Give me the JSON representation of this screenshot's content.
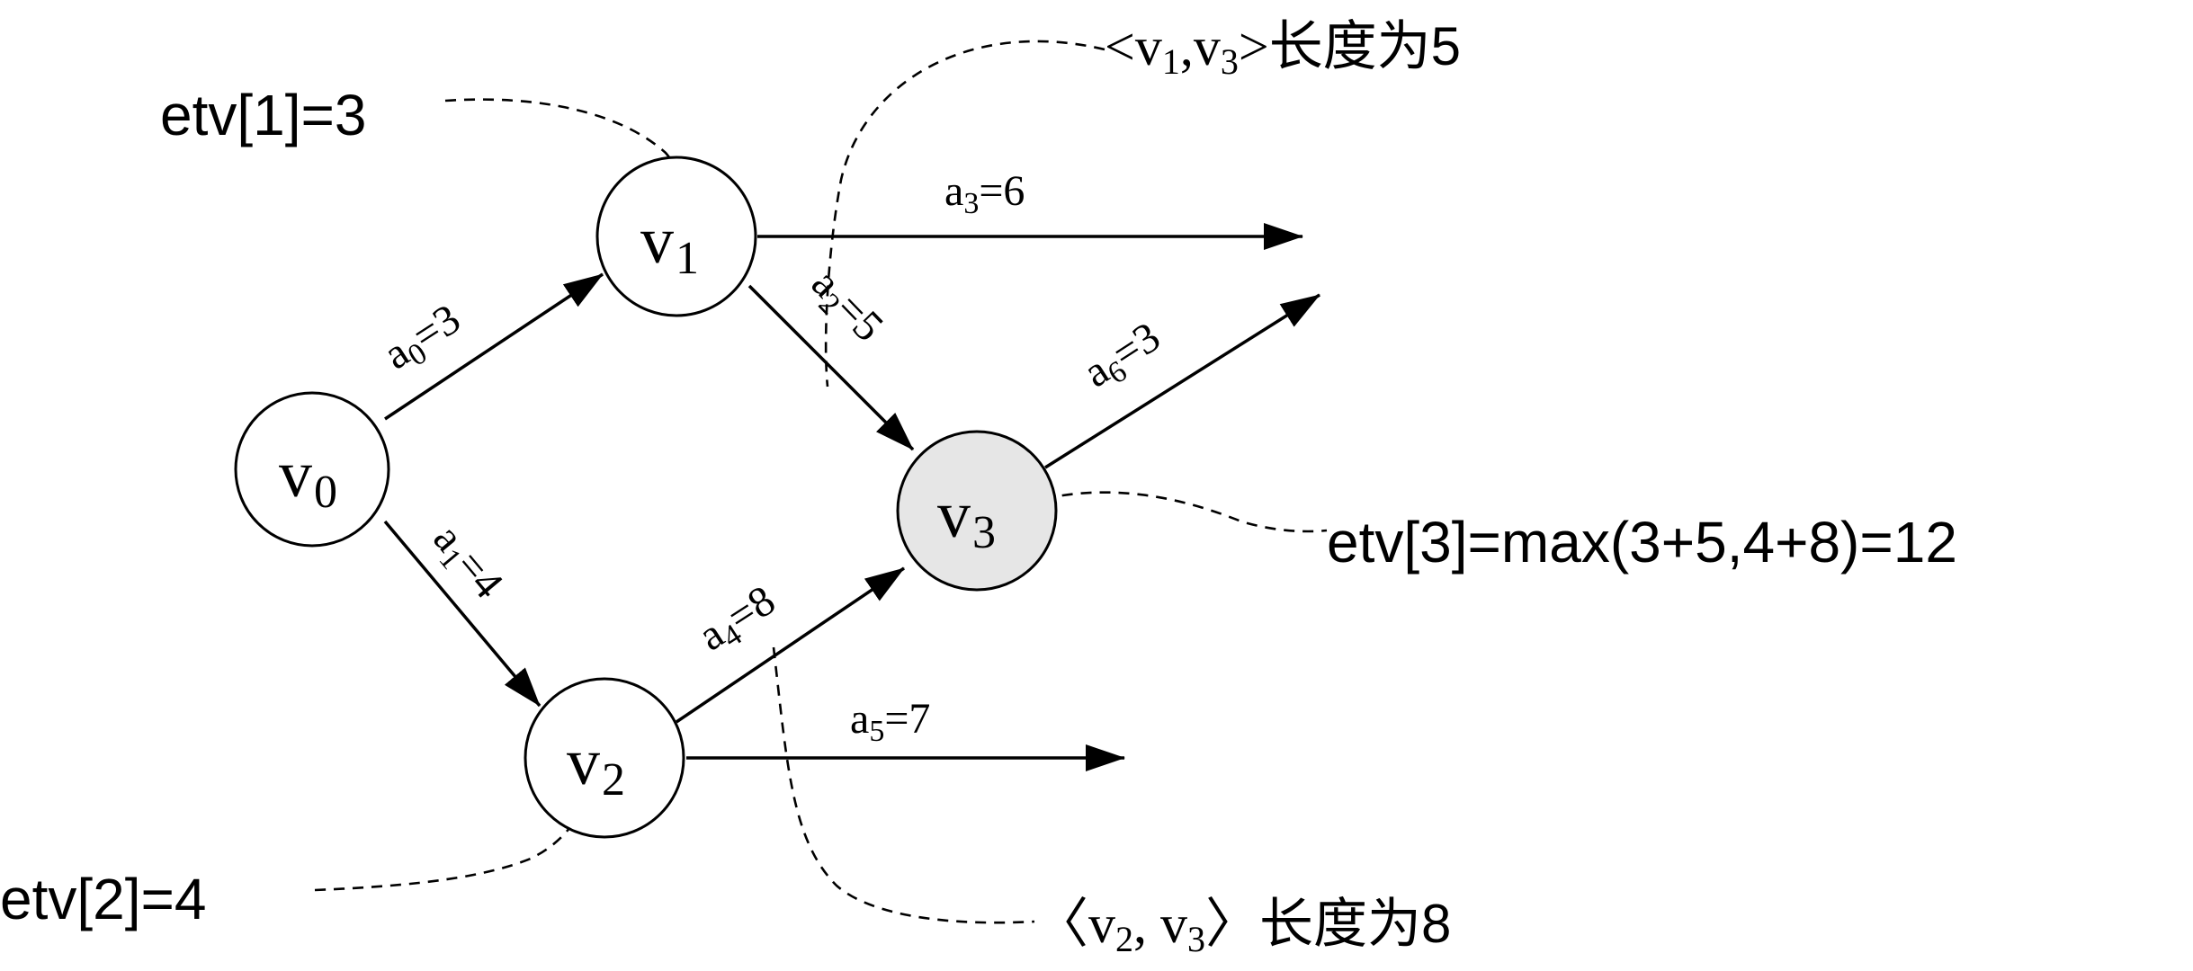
{
  "nodes": [
    {
      "id": "v0",
      "letter": "v",
      "sub": "0",
      "highlight": false
    },
    {
      "id": "v1",
      "letter": "v",
      "sub": "1",
      "highlight": false
    },
    {
      "id": "v2",
      "letter": "v",
      "sub": "2",
      "highlight": false
    },
    {
      "id": "v3",
      "letter": "v",
      "sub": "3",
      "highlight": true
    }
  ],
  "edges": [
    {
      "name": "a",
      "sub": "0",
      "value": "=3"
    },
    {
      "name": "a",
      "sub": "1",
      "value": "=4"
    },
    {
      "name": "a",
      "sub": "2",
      "value": "=5"
    },
    {
      "name": "a",
      "sub": "3",
      "value": "=6"
    },
    {
      "name": "a",
      "sub": "4",
      "value": "=8"
    },
    {
      "name": "a",
      "sub": "5",
      "value": "=7"
    },
    {
      "name": "a",
      "sub": "6",
      "value": "=3"
    }
  ],
  "annotations": {
    "etv1": "etv[1]=3",
    "etv2": "etv[2]=4",
    "etv3": "etv[3]=max(3+5,4+8)=12",
    "len13": {
      "open": "<",
      "a": "v",
      "a_sub": "1",
      "comma": ",",
      "b": "v",
      "b_sub": "3",
      "close": ">",
      "suffix": "长度为5"
    },
    "len23": {
      "open": "〈",
      "a": "v",
      "a_sub": "2",
      "comma": ", ",
      "b": "v",
      "b_sub": "3",
      "close": "〉",
      "suffix": "长度为8"
    }
  }
}
